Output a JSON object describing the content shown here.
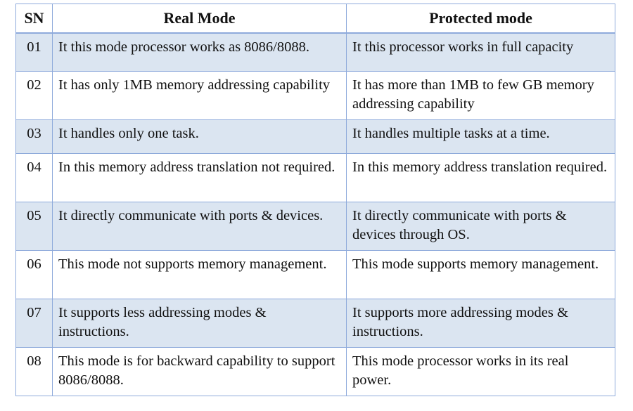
{
  "table": {
    "headers": [
      "SN",
      "Real Mode",
      "Protected mode"
    ],
    "rows": [
      {
        "sn": "01",
        "real": "It this mode processor works as 8086/8088.",
        "protected": "It this processor works in full capacity"
      },
      {
        "sn": "02",
        "real": "It has only 1MB memory addressing capability",
        "protected": "It has more than 1MB to few GB memory addressing capability"
      },
      {
        "sn": "03",
        "real": "It handles only one task.",
        "protected": "It handles multiple tasks at a time."
      },
      {
        "sn": "04",
        "real": "In this memory address translation not required.",
        "protected": "In this memory address translation required."
      },
      {
        "sn": "05",
        "real": "It directly communicate with ports & devices.",
        "protected": "It directly communicate with ports & devices through OS."
      },
      {
        "sn": "06",
        "real": "This mode not supports memory management.",
        "protected": "This mode supports memory management."
      },
      {
        "sn": "07",
        "real": "It supports less addressing modes & instructions.",
        "protected": "It supports more addressing modes & instructions."
      },
      {
        "sn": "08",
        "real": "This mode is for backward capability to support 8086/8088.",
        "protected": "This mode processor works in its real power."
      }
    ]
  },
  "colors": {
    "border": "#8eaadb",
    "band": "#dbe5f1"
  }
}
